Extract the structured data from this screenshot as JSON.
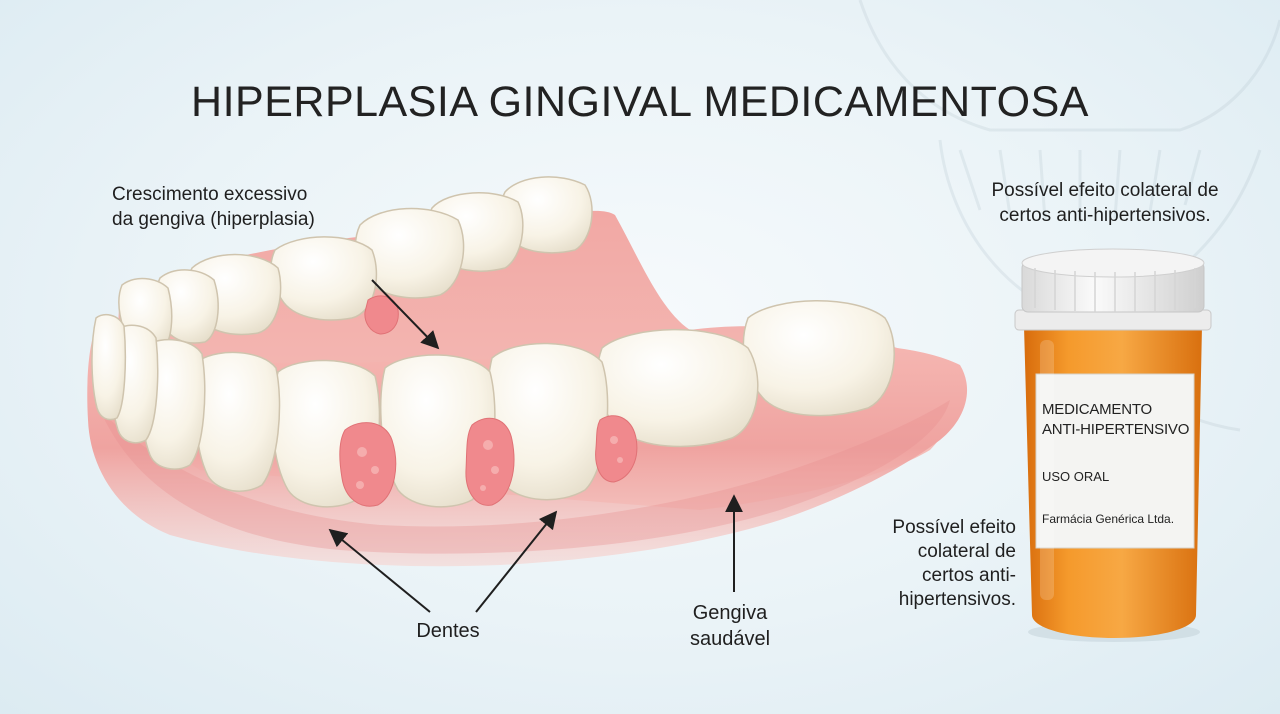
{
  "title": "HIPERPLASIA GINGIVAL MEDICAMENTOSA",
  "labels": {
    "hyperplasia": "Crescimento excessivo\nda gengiva (hiperplasia)",
    "side_effect_top": "Possível efeito colateral de\ncertos anti-hipertensivos.",
    "side_effect_bottom": "Possível efeito\ncolateral de\ncertos anti-\nhipertensivos.",
    "teeth": "Dentes",
    "healthy_gum": "Gengiva\nsaudável"
  },
  "bottle": {
    "name": "MEDICAMENTO\nANTI-HIPERTENSIVO",
    "use": "USO ORAL",
    "maker": "Farmácia Genérica Ltda."
  },
  "colors": {
    "gum": "#f2a9a6",
    "gum_inflamed": "#ef8a8c",
    "tooth": "#faf6ec",
    "bottle": "#f08c1e",
    "cap": "#f2f2f2",
    "background": "#eaf3f7"
  }
}
